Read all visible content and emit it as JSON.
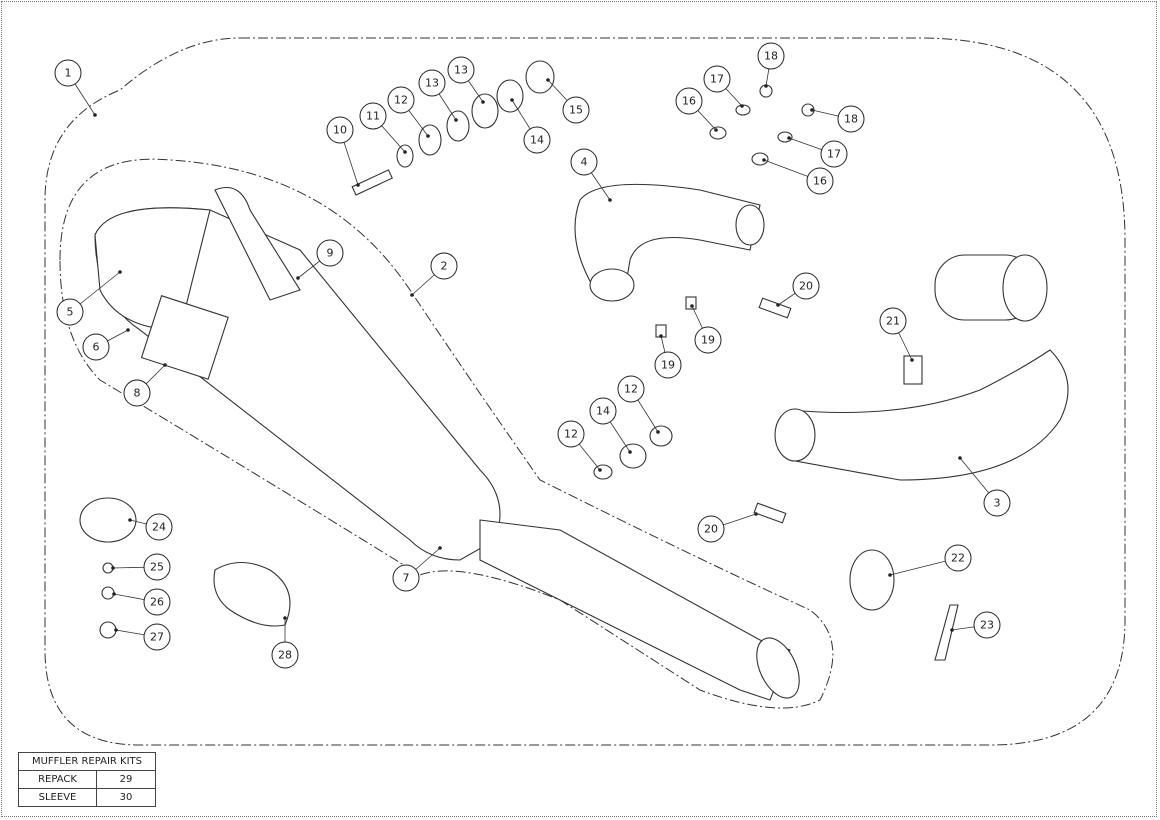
{
  "callouts": [
    "1",
    "2",
    "3",
    "4",
    "5",
    "6",
    "7",
    "8",
    "9",
    "10",
    "11",
    "12",
    "13",
    "13",
    "14",
    "15",
    "16",
    "17",
    "18",
    "18",
    "17",
    "16",
    "19",
    "19",
    "20",
    "20",
    "21",
    "22",
    "23",
    "24",
    "25",
    "26",
    "27",
    "28",
    "12",
    "14",
    "12"
  ],
  "kits_table": {
    "title": "MUFFLER REPAIR KITS",
    "rows": [
      {
        "label": "REPACK",
        "value": "29"
      },
      {
        "label": "SLEEVE",
        "value": "30"
      }
    ]
  }
}
